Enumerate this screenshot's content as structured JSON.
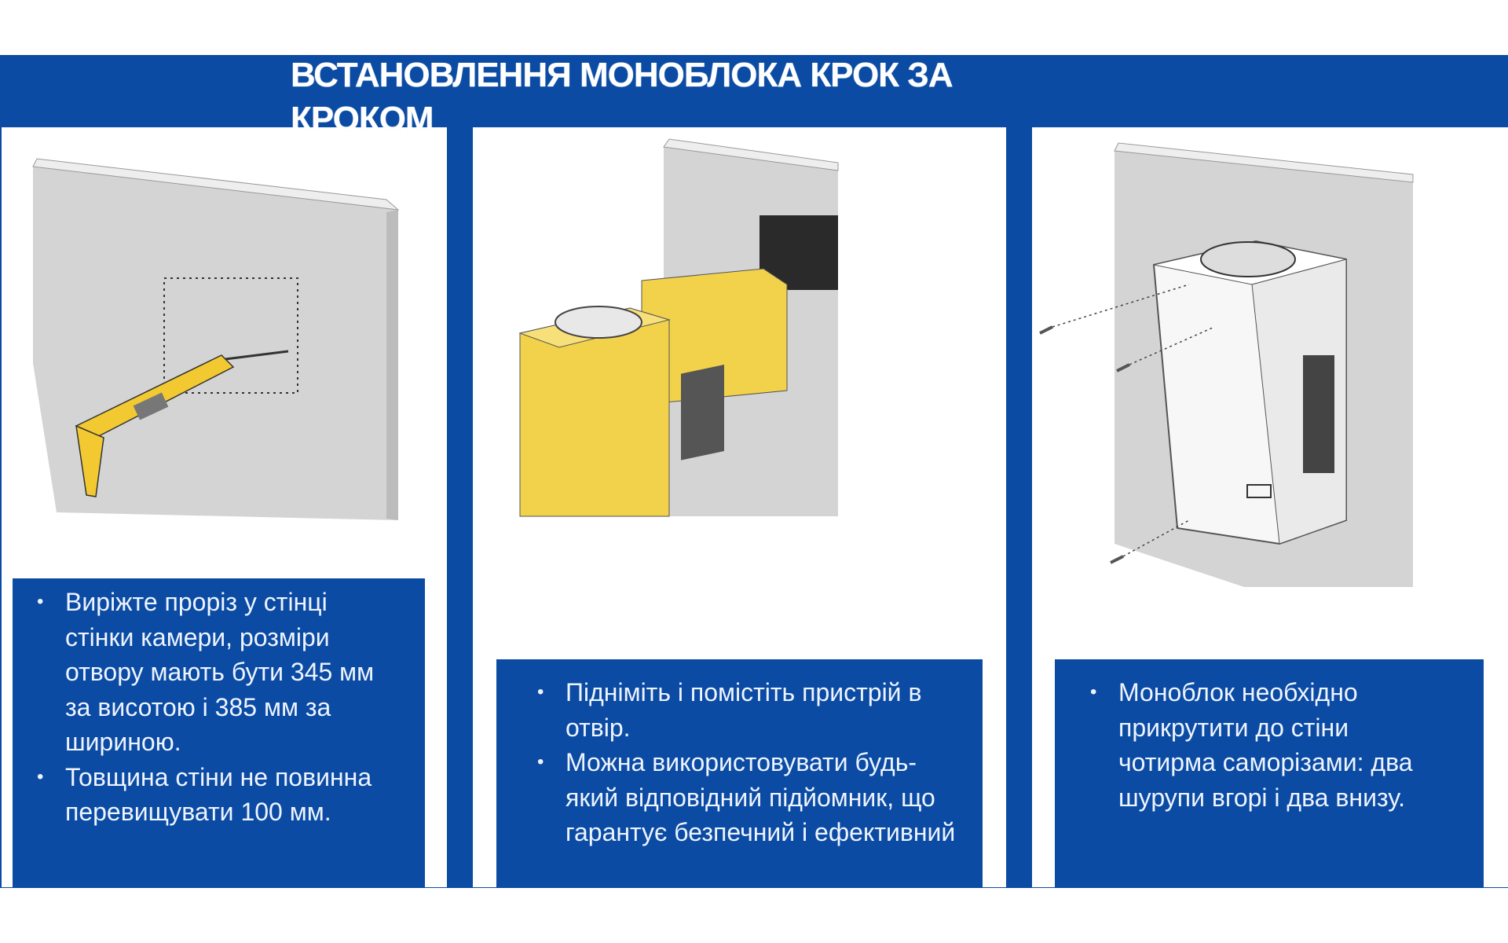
{
  "title": "ВСТАНОВЛЕННЯ МОНОБЛОКА КРОК ЗА КРОКОМ",
  "steps": [
    {
      "bullets": [
        "Виріжте проріз у стінці стінки камери, розміри отвору мають бути 345 мм за висотою і 385 мм за шириною.",
        "Товщина стіни не повинна перевищувати 100 мм."
      ]
    },
    {
      "bullets": [
        "Підніміть і помістіть пристрій в отвір.",
        "Можна використовувати будь-який відповідний підйомник, що гарантує безпечний і ефективний"
      ]
    },
    {
      "bullets": [
        "Моноблок необхідно прикрутити до стіни чотирма саморізами: два шурупи вгорі і два внизу."
      ]
    }
  ],
  "colors": {
    "brand_blue": "#0b4ba3",
    "wall_gray": "#d4d4d4",
    "unit_yellow": "#f2d24a"
  }
}
